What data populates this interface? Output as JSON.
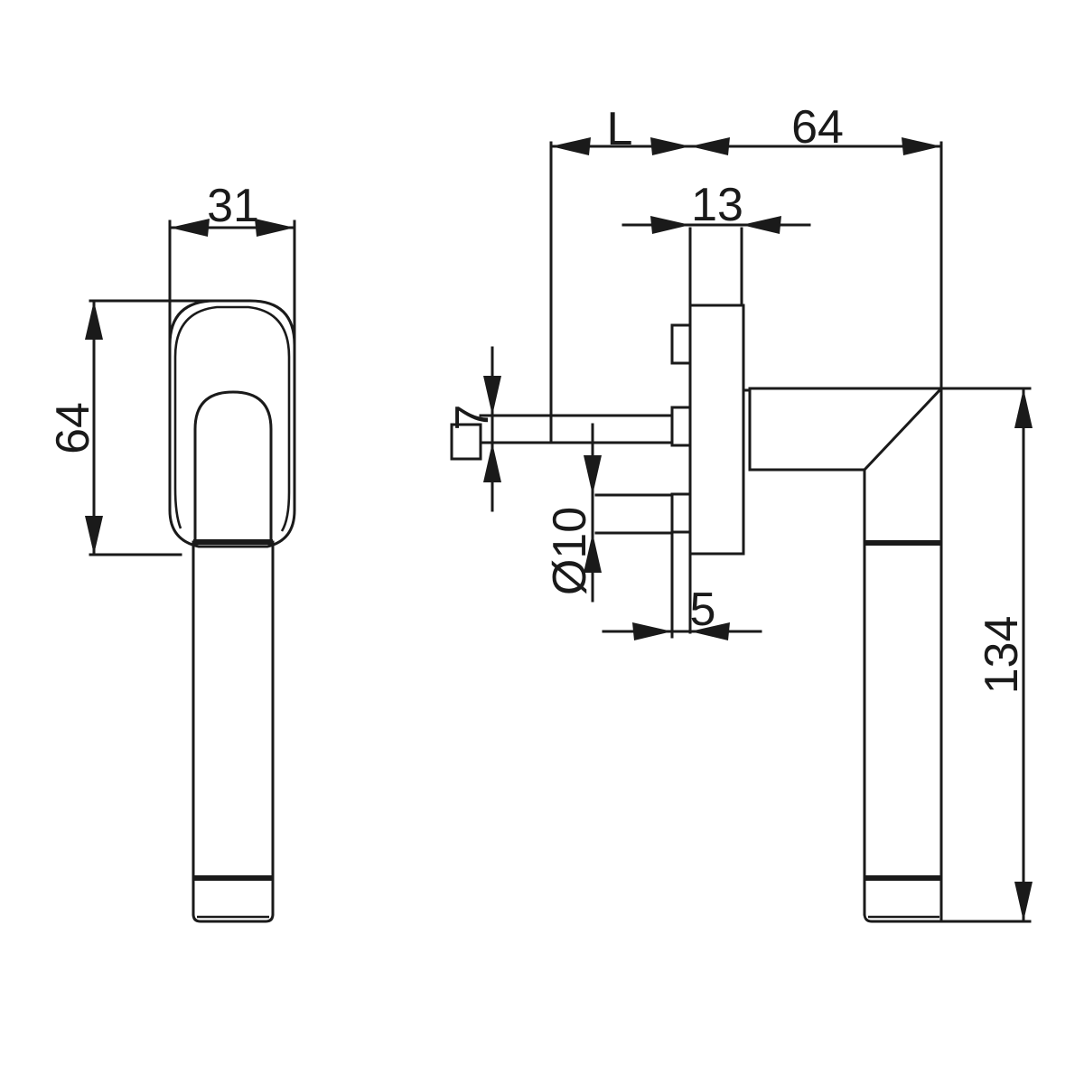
{
  "dimensions": {
    "front_width": "31",
    "front_height": "64",
    "spindle_length": "L",
    "projection": "64",
    "rose_thickness": "13",
    "spindle_square": "7",
    "screw_diameter": "Ø10",
    "pin_depth": "5",
    "handle_length": "134"
  },
  "colors": {
    "ink": "#1a1a1a",
    "paper": "#ffffff"
  }
}
